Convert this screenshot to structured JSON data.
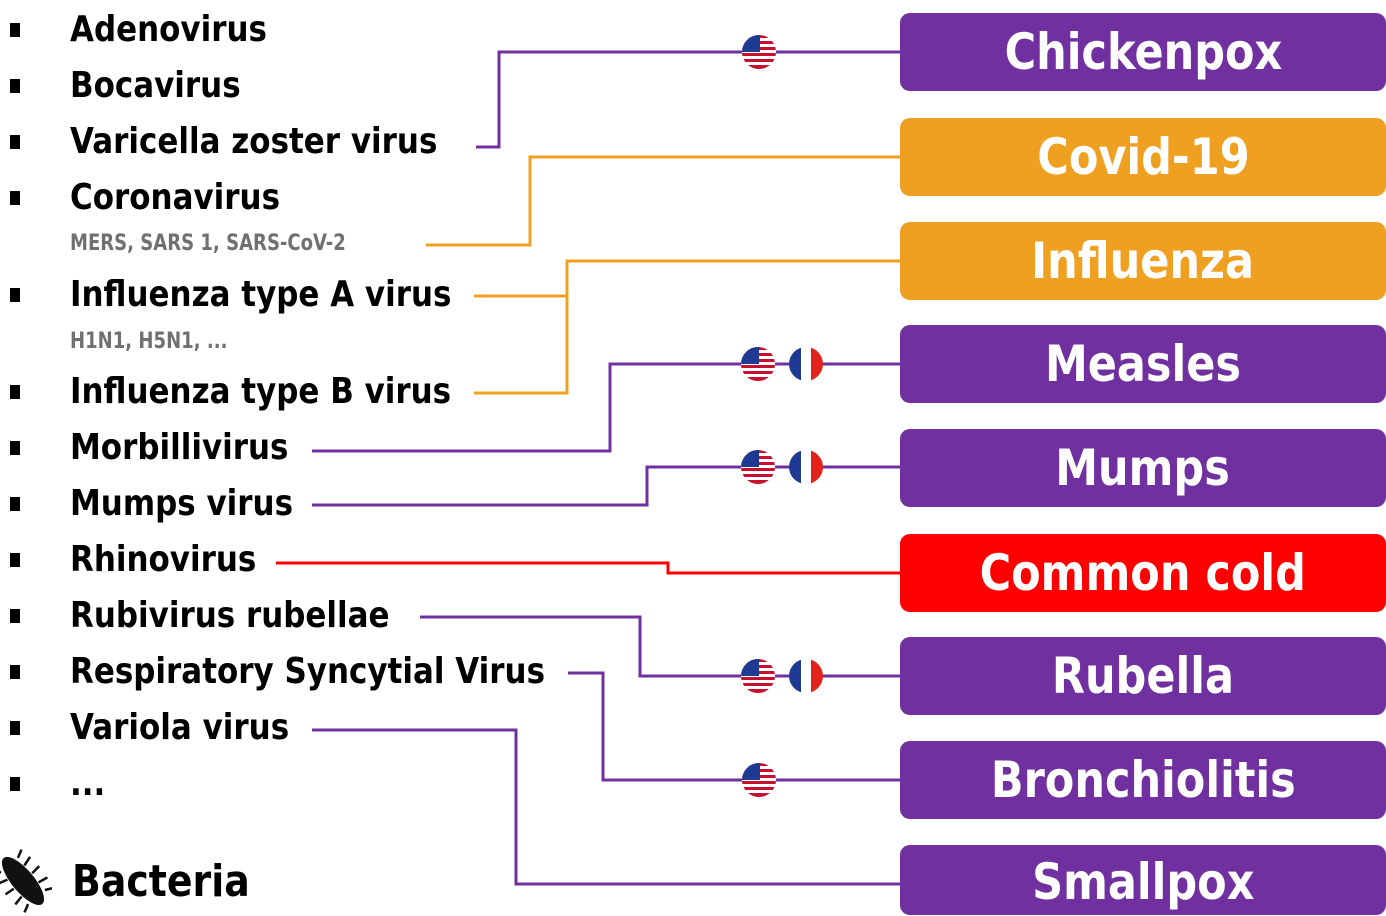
{
  "viruses": [
    "Adenovirus",
    "Bocavirus",
    "Varicella zoster virus",
    "Coronavirus",
    "Influenza type A virus",
    "Influenza type B virus",
    "Morbillivirus",
    "Mumps virus",
    "Rhinovirus",
    "Rubivirus rubellae",
    "Respiratory Syncytial Virus",
    "Variola virus",
    "..."
  ],
  "sublabels": {
    "coronavirus": "MERS, SARS 1, SARS-CoV-2",
    "influenza_a": "H1N1, H5N1, ..."
  },
  "diseases": [
    "Chickenpox",
    "Covid-19",
    "Influenza",
    "Measles",
    "Mumps",
    "Common cold",
    "Rubella",
    "Bronchiolitis",
    "Smallpox"
  ],
  "section_bacteria": "Bacteria",
  "colors": {
    "purple": "#7030a0",
    "orange": "#f0a020",
    "red": "#ff0000",
    "sublabel_gray": "#707070"
  },
  "icons": {
    "us_flag": "us-flag-icon",
    "fr_flag": "fr-flag-icon",
    "bacteria": "bacteria-icon"
  }
}
